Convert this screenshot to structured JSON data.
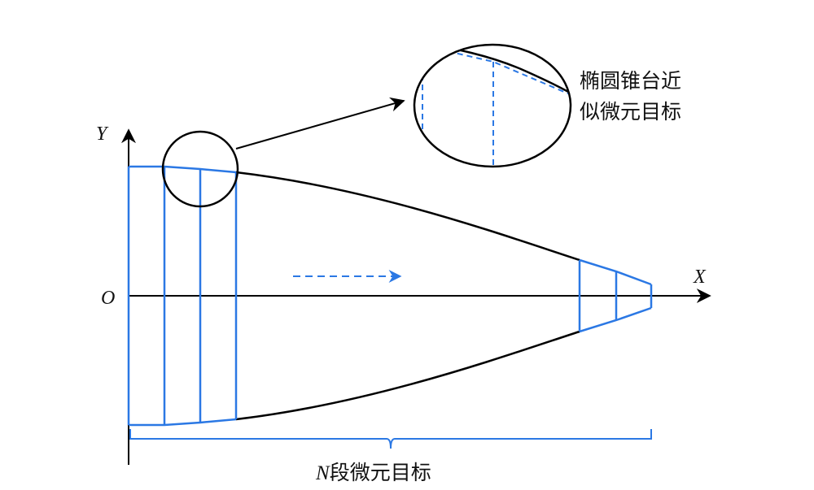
{
  "diagram": {
    "axes": {
      "y_label": "Y",
      "x_label": "X",
      "origin_label": "O"
    },
    "zoom_annotation": {
      "line1": "椭圆锥台近",
      "line2": "似微元目标"
    },
    "brace_label": {
      "prefix": "N",
      "text": "段微元目标"
    },
    "colors": {
      "outline": "#000000",
      "segments": "#2b78e4",
      "axes": "#000000"
    }
  }
}
